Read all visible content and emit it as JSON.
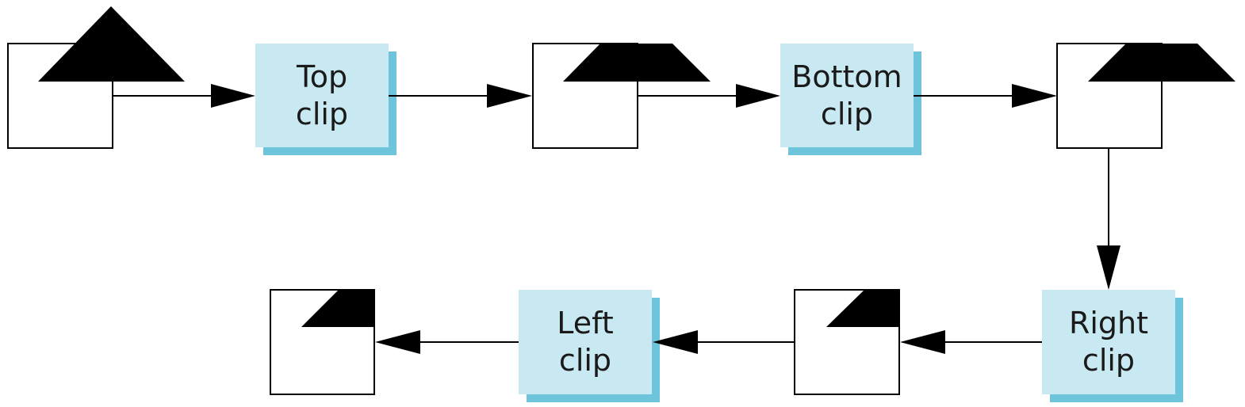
{
  "diagram": {
    "colors": {
      "stage_fill": "#c9e9f2",
      "stage_shadow": "#6ec4db",
      "shape_fill": "#000000",
      "window_stroke": "#000000",
      "arrow": "#000000"
    },
    "stages": [
      {
        "id": "top",
        "line1": "Top",
        "line2": "clip"
      },
      {
        "id": "bottom",
        "line1": "Bottom",
        "line2": "clip"
      },
      {
        "id": "right",
        "line1": "Right",
        "line2": "clip"
      },
      {
        "id": "left",
        "line1": "Left",
        "line2": "clip"
      }
    ],
    "flow_order": [
      "input",
      "top",
      "after-top",
      "bottom",
      "after-bottom",
      "right",
      "after-right",
      "left",
      "output"
    ]
  }
}
